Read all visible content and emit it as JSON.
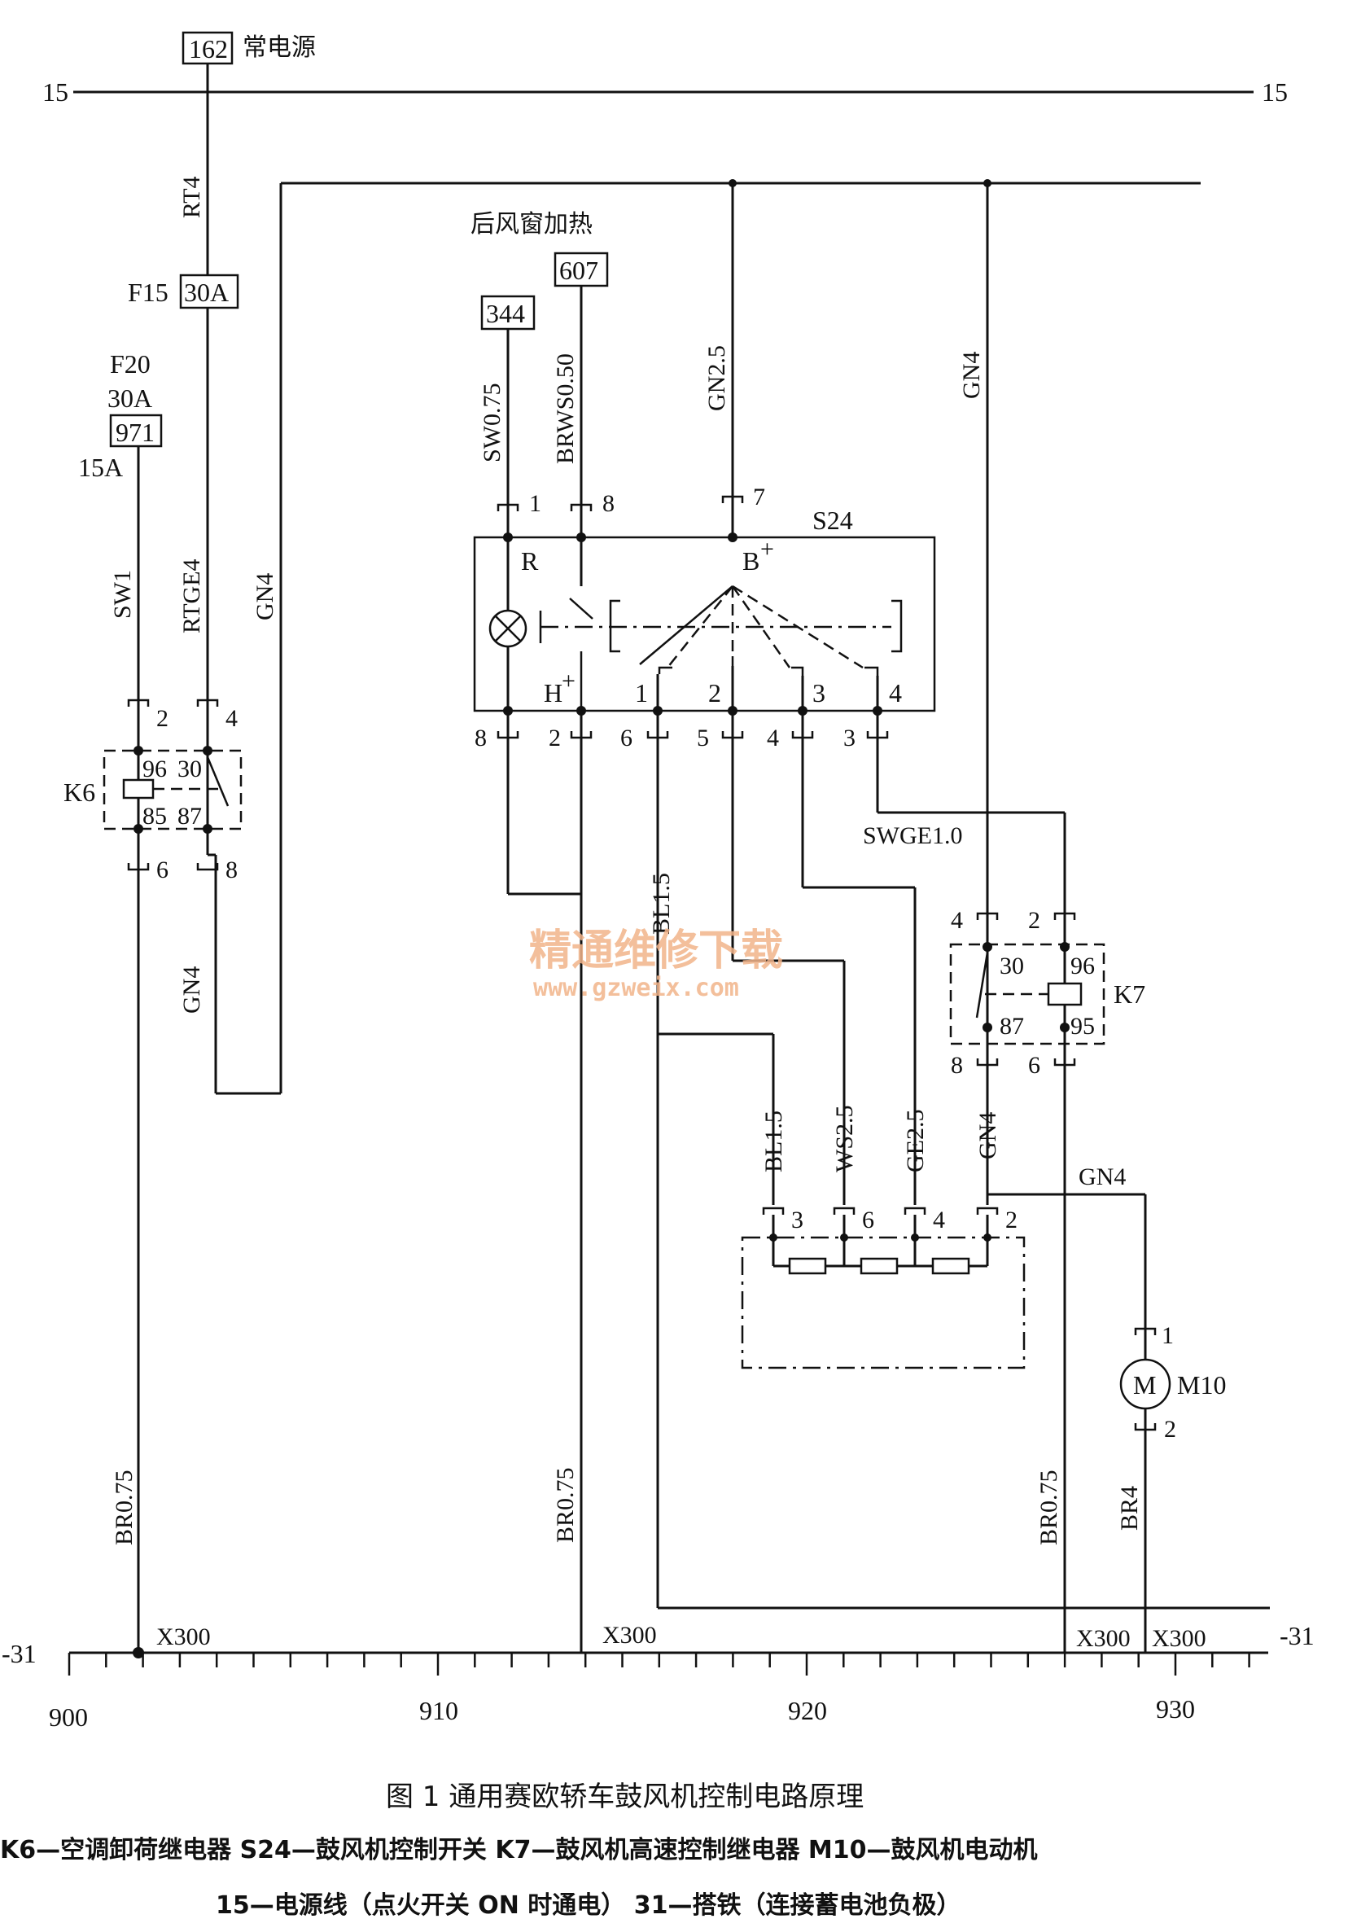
{
  "supply": {
    "line15_left": "15",
    "line15_right": "15",
    "line31_left": "-31",
    "line31_right": "-31",
    "perm_id": "162",
    "perm_label": "常电源",
    "rear_label": "后风窗加热"
  },
  "wires": {
    "rt4": "RT4",
    "rtge4": "RTGE4",
    "sw1": "SW1",
    "gn4_a": "GN4",
    "gn4_b": "GN4",
    "gn4_c": "GN4",
    "gn4_d": "GN4",
    "gn4_e": "GN4",
    "sw075": "SW0.75",
    "brws": "BRWS0.50",
    "gn25": "GN2.5",
    "swge": "SWGE1.0",
    "bl15_a": "BL1.5",
    "bl15_b": "BL1.5",
    "ws25": "WS2.5",
    "ge25": "GE2.5",
    "br075_a": "BR0.75",
    "br075_b": "BR0.75",
    "br075_c": "BR0.75",
    "br4": "BR4"
  },
  "fuses": {
    "f15": "F15",
    "f15_rating": "30A",
    "f20": "F20",
    "f20_rating": "30A",
    "f20_id": "971",
    "f20_sub": "15A"
  },
  "connectors": {
    "c344": "344",
    "c607": "607"
  },
  "k6": {
    "name": "K6",
    "p96": "96",
    "p30": "30",
    "p85": "85",
    "p87": "87",
    "pin2": "2",
    "pin4": "4",
    "pin6": "6",
    "pin8": "8"
  },
  "s24": {
    "name": "S24",
    "t_r": "R",
    "t_b": "B",
    "t_b_sup": "+",
    "t_h": "H",
    "t_h_sup": "+",
    "t1": "1",
    "t2": "2",
    "t3": "3",
    "t4": "4",
    "top1": "1",
    "top8": "8",
    "top7": "7",
    "b8": "8",
    "b2": "2",
    "b6": "6",
    "b5": "5",
    "b4": "4",
    "b3": "3"
  },
  "k7": {
    "name": "K7",
    "p30": "30",
    "p96": "96",
    "p87": "87",
    "p95": "95",
    "pin4": "4",
    "pin2": "2",
    "pin8": "8",
    "pin6": "6"
  },
  "resistor": {
    "p3": "3",
    "p6": "6",
    "p4": "4",
    "p2": "2"
  },
  "motor": {
    "name": "M10",
    "symbol": "M",
    "p1": "1",
    "p2": "2"
  },
  "ground": {
    "x300_a": "X300",
    "x300_b": "X300",
    "x300_c": "X300",
    "x300_d": "X300"
  },
  "scale": {
    "s900": "900",
    "s910": "910",
    "s920": "920",
    "s930": "930"
  },
  "watermark": {
    "line1": "精通维修下载",
    "line2": "www.gzweix.com"
  },
  "caption": {
    "title": "图 1   通用赛欧轿车鼓风机控制电路原理",
    "legend1": "K6—空调卸荷继电器   S24—鼓风机控制开关   K7—鼓风机高速控制继电器   M10—鼓风机电动机",
    "legend2": "15—电源线（点火开关 ON 时通电）   31—搭铁（连接蓄电池负极）"
  }
}
